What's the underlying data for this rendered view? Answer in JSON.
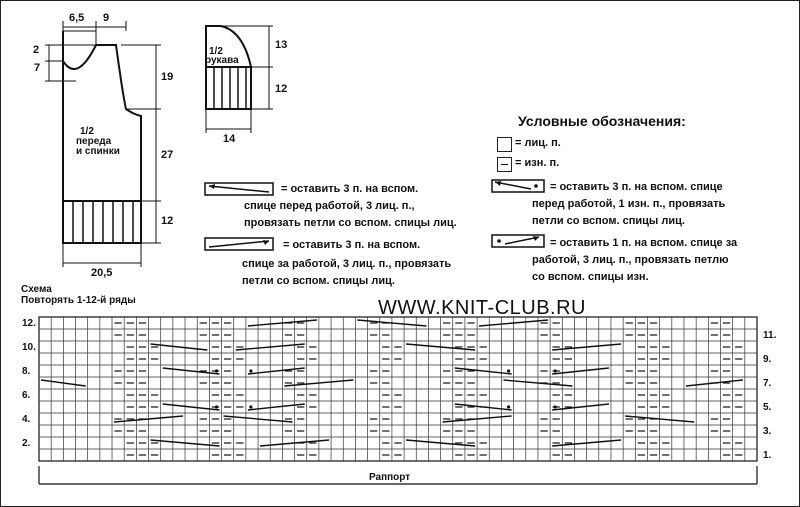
{
  "schematics": {
    "body": {
      "top_width_1": "6,5",
      "top_width_2": "9",
      "dim_left_top": "2",
      "dim_left_neck": "7",
      "dim_right_armhole": "19",
      "dim_right_body": "27",
      "dim_right_rib": "12",
      "bottom_width": "20,5",
      "label_line1": "1/2",
      "label_line2": "переда",
      "label_line3": "и спинки"
    },
    "sleeve": {
      "label_line1": "1/2",
      "label_line2": "рукава",
      "dim_cap": "13",
      "dim_rib": "12",
      "bottom_width": "14"
    }
  },
  "legend": {
    "title": "Условные обозначения:",
    "knit": "= лиц. п.",
    "purl": "= изн. п.",
    "cable_front_1": "= оставить 3 п. на вспом. спице",
    "cable_front_2": "перед работой, 1 изн. п., провязать",
    "cable_front_3": "петли со вспом. спицы лиц.",
    "cable_back_1": "= оставить 1 п. на вспом. спице за",
    "cable_back_2": "работой, 3 лиц. п., провязать петлю",
    "cable_back_3": "со вспом. спицы изн."
  },
  "middle_legend": {
    "front_1": "= оставить 3 п. на вспом.",
    "front_2": "спице перед работой, 3 лиц. п.,",
    "front_3": "провязать петли со вспом. спицы лиц.",
    "back_1": "= оставить 3 п. на вспом.",
    "back_2": "спице за работой, 3 лиц. п., провязать",
    "back_3": "петли со вспом. спицы лиц."
  },
  "chart": {
    "title_1": "Схема",
    "title_2": "Повторять 1-12-й ряды",
    "url": "WWW.KNIT-CLUB.RU",
    "repeat_label": "Раппорт",
    "left_rows": [
      "12.",
      "10.",
      "8.",
      "6.",
      "4.",
      "2."
    ],
    "right_rows": [
      "11.",
      "9.",
      "7.",
      "5.",
      "3.",
      "1."
    ]
  }
}
